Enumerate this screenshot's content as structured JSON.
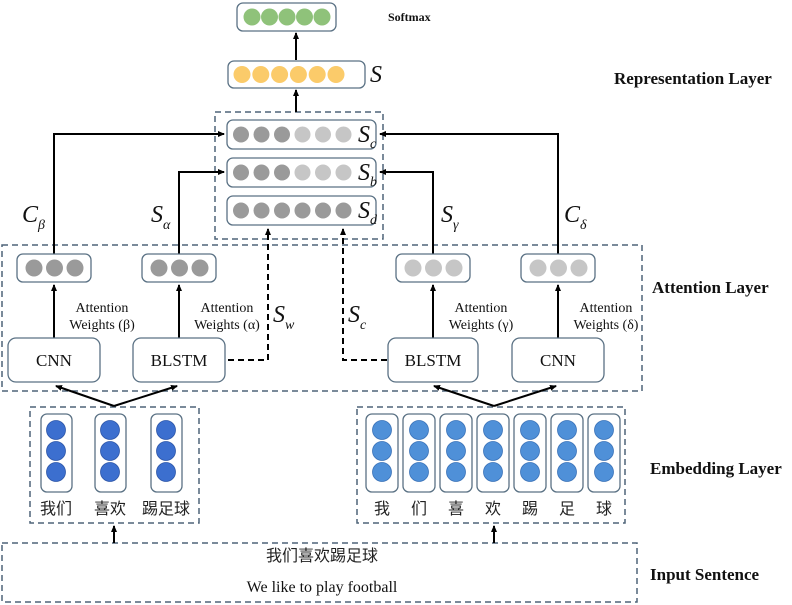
{
  "layers": {
    "softmax": "Softmax",
    "representation": "Representation Layer",
    "attention": "Attention Layer",
    "embedding": "Embedding Layer",
    "input": "Input Sentence"
  },
  "vectors": {
    "softmax_output": {
      "count": 5,
      "color": "#8fc27a"
    },
    "s": {
      "label": "S",
      "count": 6,
      "color": "#fbcb6a"
    },
    "sc": {
      "label": "S",
      "sub": "c",
      "colors": [
        "#9a9a9a",
        "#9a9a9a",
        "#9a9a9a",
        "#c6c6c6",
        "#c6c6c6",
        "#c6c6c6"
      ]
    },
    "sb": {
      "label": "S",
      "sub": "b",
      "colors": [
        "#9a9a9a",
        "#9a9a9a",
        "#9a9a9a",
        "#c6c6c6",
        "#c6c6c6",
        "#c6c6c6"
      ]
    },
    "sd": {
      "label": "S",
      "sub": "d",
      "colors": [
        "#9a9a9a",
        "#9a9a9a",
        "#9a9a9a",
        "#9a9a9a",
        "#9a9a9a",
        "#9a9a9a"
      ]
    }
  },
  "connections": {
    "c_beta": {
      "main": "C",
      "sub": "β"
    },
    "s_alpha": {
      "main": "S",
      "sub": "α"
    },
    "s_gamma": {
      "main": "S",
      "sub": "γ"
    },
    "c_delta": {
      "main": "C",
      "sub": "δ"
    },
    "s_w": {
      "main": "S",
      "sub": "w"
    },
    "s_c": {
      "main": "S",
      "sub": "c"
    }
  },
  "attention_modules": [
    {
      "name": "CNN",
      "attn_line1": "Attention",
      "attn_line2": "Weights (β)",
      "color": "#9a9a9a"
    },
    {
      "name": "BLSTM",
      "attn_line1": "Attention",
      "attn_line2": "Weights (α)",
      "color": "#9a9a9a"
    },
    {
      "name": "BLSTM",
      "attn_line1": "Attention",
      "attn_line2": "Weights (γ)",
      "color": "#c6c6c6"
    },
    {
      "name": "CNN",
      "attn_line1": "Attention",
      "attn_line2": "Weights (δ)",
      "color": "#c6c6c6"
    }
  ],
  "embedding": {
    "word_tokens": [
      "我们",
      "喜欢",
      "踢足球"
    ],
    "char_tokens": [
      "我",
      "们",
      "喜",
      "欢",
      "踢",
      "足",
      "球"
    ],
    "word_color": "#3c6fcf",
    "char_color": "#4f90d8"
  },
  "input": {
    "chinese": "我们喜欢踢足球",
    "english": "We like to play football"
  },
  "colors": {
    "box_stroke": "#5a7184",
    "dash_stroke": "#4e6478"
  }
}
